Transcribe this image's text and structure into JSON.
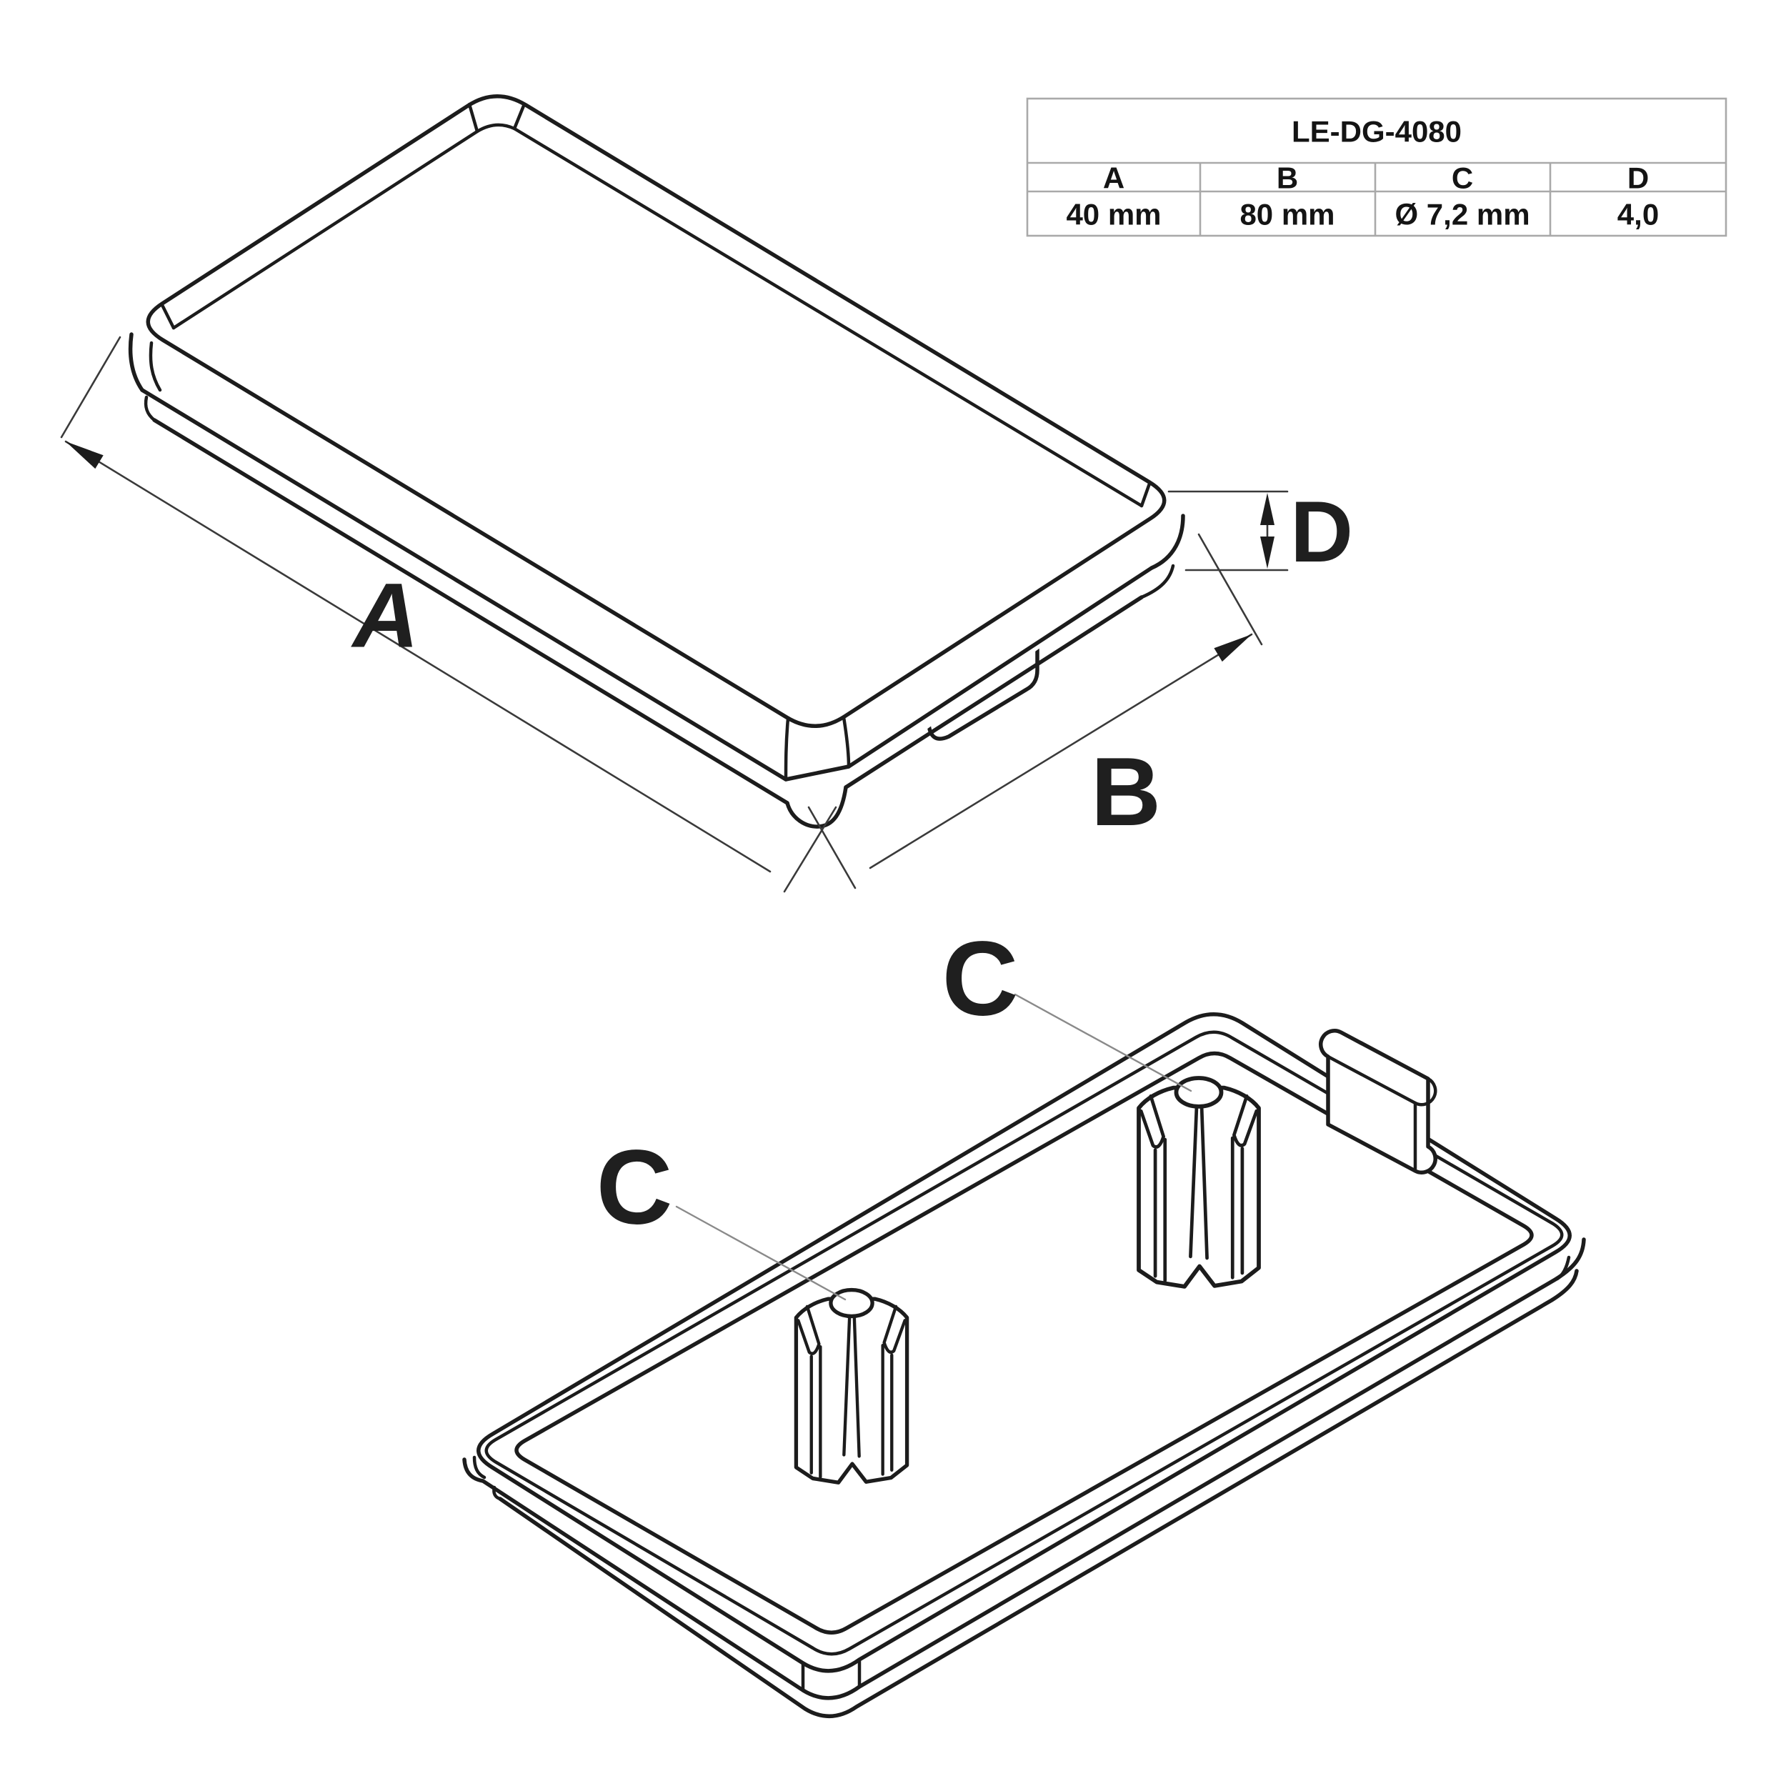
{
  "drawing": {
    "type": "technical-cad-diagram",
    "part": "aluminium profile end cap",
    "labels": {
      "a": "A",
      "b": "B",
      "c": "C",
      "d": "D"
    },
    "views": {
      "top_view": "isometric end cap from above with dimensions A, B, D",
      "bottom_view": "isometric end cap from below with two cross-shaped pins, both marked C"
    }
  },
  "table": {
    "title": "LE-DG-4080",
    "headers": [
      "A",
      "B",
      "C",
      "D"
    ],
    "values": [
      "40 mm",
      "80 mm",
      "Ø 7,2 mm",
      "4,0"
    ]
  },
  "colors": {
    "background": "#ffffff",
    "outline": "#1c1c1c",
    "thin_line": "#3a3a3a",
    "leader_line": "#8a8a8a",
    "table_border": "#a9a9a9",
    "text": "#1f1f1f"
  }
}
